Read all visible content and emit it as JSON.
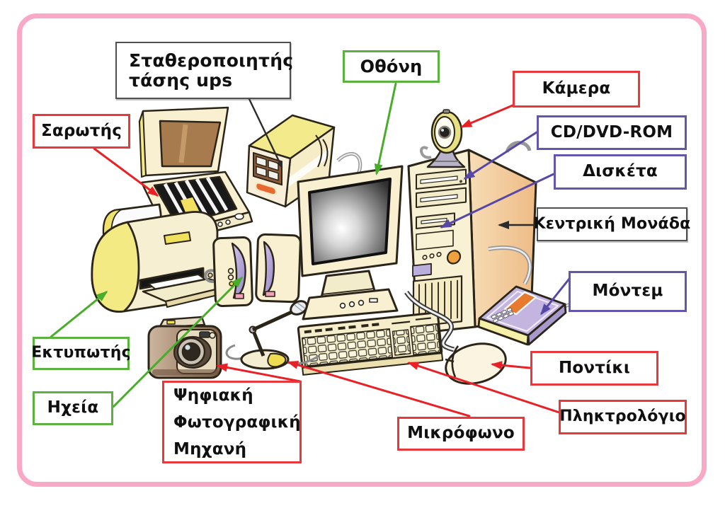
{
  "title": "Greek computer parts diagram",
  "labels": {
    "ups": {
      "line1": "Σταθεροποιητής",
      "line2": "τάσης ups"
    },
    "scanner": {
      "text": "Σαρωτής"
    },
    "monitor": {
      "text": "Οθόνη"
    },
    "camera": {
      "text": "Κάμερα"
    },
    "cdrom": {
      "text": "CD/DVD-ROM"
    },
    "floppy": {
      "text": "Δισκέτα"
    },
    "tower": {
      "text": "Κεντρική Μονάδα"
    },
    "modem": {
      "text": "Μόντεμ"
    },
    "printer": {
      "text": "Εκτυπωτής"
    },
    "speakers": {
      "text": "Ηχεία"
    },
    "digicam": {
      "line1": "Ψηφιακή",
      "line2": "Φωτογραφική",
      "line3": "Μηχανή"
    },
    "mic": {
      "text": "Μικρόφωνο"
    },
    "keyboard": {
      "text": "Πληκτρολόγιο"
    },
    "mouse": {
      "text": "Ποντίκι"
    }
  },
  "colors": {
    "frame_pink": "#f9a8c6",
    "label_border_red": "#e8383c",
    "label_border_green": "#5cb23e",
    "label_border_purple": "#6456ab",
    "label_border_black": "#4f5052",
    "arrow_red": "#e92025",
    "arrow_green": "#48ad28",
    "arrow_purple": "#5747a6",
    "arrow_black": "#2b2b2b",
    "device_cream": "#f8f0d0",
    "device_yellow": "#f4ea84",
    "tower_side_peach": "#f2c794"
  },
  "illustrations": [
    "scanner",
    "ups-unit",
    "crt-monitor",
    "tower-case",
    "webcam",
    "printer",
    "speakers",
    "digital-camera",
    "microphone",
    "keyboard",
    "mouse",
    "modem"
  ]
}
